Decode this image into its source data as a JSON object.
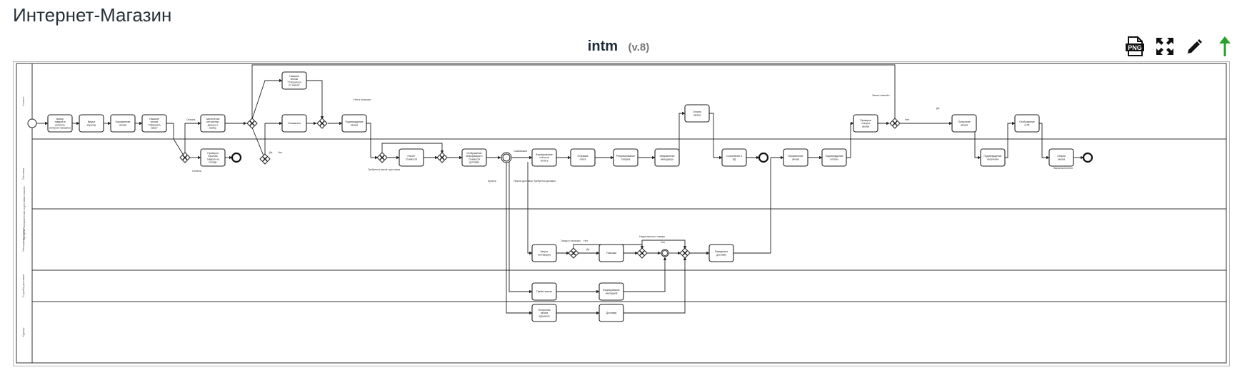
{
  "page": {
    "title": "Интернет-Магазин"
  },
  "diagram": {
    "name": "intm",
    "version": "(v.8)"
  },
  "toolbar": {
    "png": {
      "icon": "png-export-icon",
      "label": "PNG"
    },
    "fullscreen": {
      "icon": "fullscreen-icon"
    },
    "edit": {
      "icon": "pencil-icon"
    },
    "upload": {
      "icon": "arrow-up-icon",
      "color": "#2aa02a"
    }
  },
  "pool": {
    "label": "Процесс оформления и доставки заказа"
  },
  "lanes": [
    {
      "label": "Клиент"
    },
    {
      "label": "Система"
    },
    {
      "label": "Менеджер склада"
    },
    {
      "label": "Служба доставки"
    },
    {
      "label": "Курьер"
    }
  ],
  "tasks": [
    "Выбор товаров в каталоге интернет-магазина",
    "Ввод в корзину",
    "Оформление заказа",
    "Нажатие кнопки \"Оформить заказ\"",
    "Заполнение контактных данных и выбор способа доставки",
    "Нажатие кнопки \"Отказаться от заказа\"",
    "Отказаться",
    "Подтверждение заказа",
    "Проверка наличия товаров на складе",
    "Расчёт стоимости",
    "Отображение информации о стоимости доставки",
    "Формирование счёта на оплату",
    "Отправка счёта",
    "Резервирование товаров",
    "Уведомление менеджера",
    "Оплата заказа",
    "Сохранение в БД",
    "Оформление заказа",
    "Подтверждение оплаты",
    "Проверка статуса заказа",
    "Получение заказа",
    "Подтверждение получения",
    "Отображение в ЛК",
    "Сборка заказа",
    "Запрос поставщику",
    "Упаковка",
    "Передача в доставку",
    "Приём заказа",
    "Формирование накладной",
    "Получение заказа курьером",
    "Доставка"
  ],
  "annotations": [
    "Отмена",
    "Оплата",
    "Да",
    "Нет",
    "Нет в наличии",
    "Требуется расчёт доставки",
    "Самовывоз",
    "Курьер",
    "Нужна доставка",
    "Требуется дозаказ",
    "Товар в наличии",
    "Недостаточно товара",
    "Заказ отменён",
    "Заказ выполнен"
  ]
}
